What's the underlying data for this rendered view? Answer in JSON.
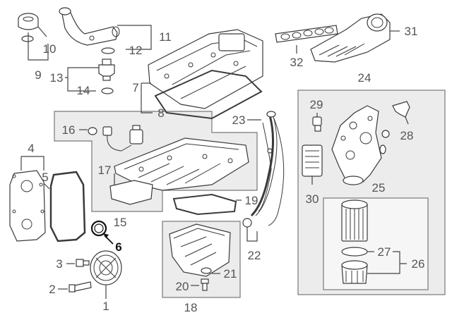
{
  "diagram": {
    "colors": {
      "background": "#ffffff",
      "line": "#3a3a3a",
      "group_fill": "#ececec",
      "highlight": "#111111"
    },
    "callouts": {
      "c1": "1",
      "c2": "2",
      "c3": "3",
      "c4": "4",
      "c5": "5",
      "c6": "6",
      "c7": "7",
      "c8": "8",
      "c9": "9",
      "c10": "10",
      "c11": "11",
      "c12": "12",
      "c13": "13",
      "c14": "14",
      "c15": "15",
      "c16": "16",
      "c17": "17",
      "c18": "18",
      "c19": "19",
      "c20": "20",
      "c21": "21",
      "c22": "22",
      "c23": "23",
      "c24": "24",
      "c25": "25",
      "c26": "26",
      "c27": "27",
      "c28": "28",
      "c29": "29",
      "c30": "30",
      "c31": "31",
      "c32": "32"
    },
    "highlighted_callout": "6"
  }
}
